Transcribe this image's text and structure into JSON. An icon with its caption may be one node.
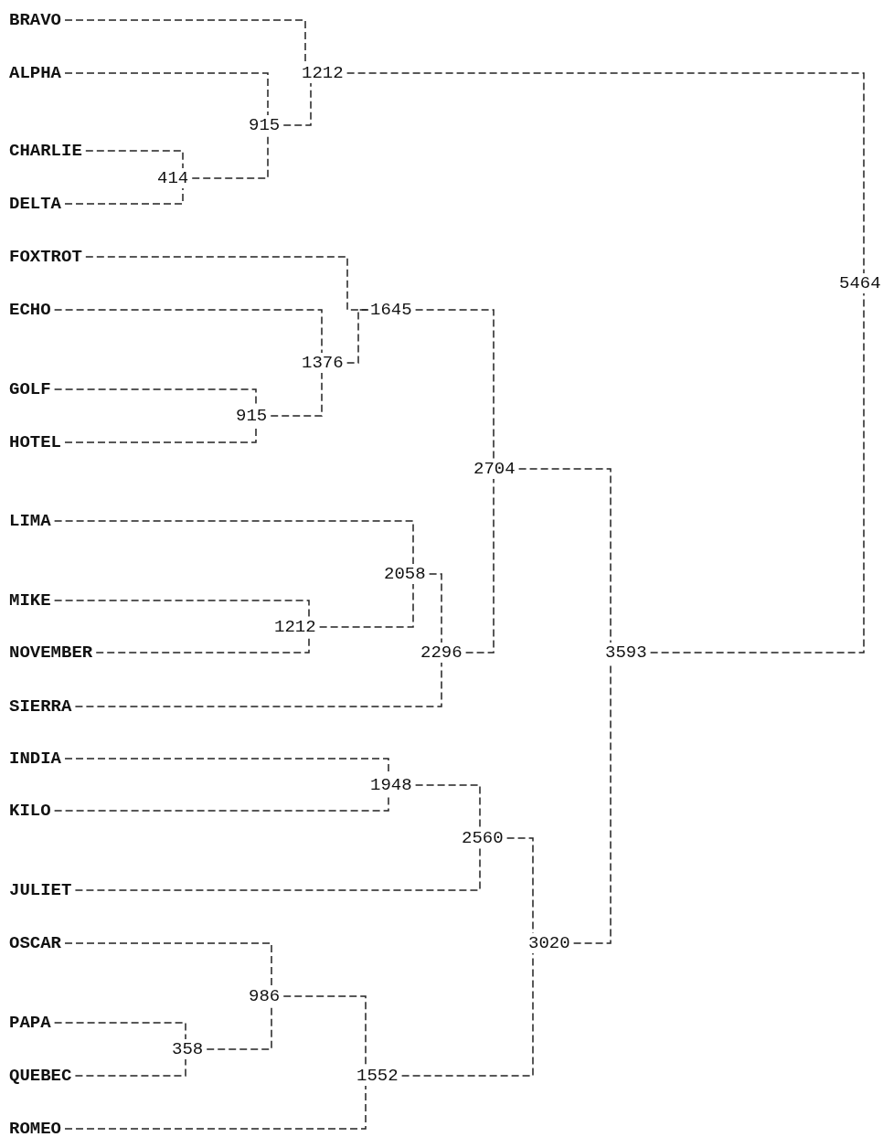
{
  "diagram": {
    "nodes": [
      {
        "text": [
          "BRAVO"
        ]
      },
      {
        "text": [
          "ALPHA"
        ]
      },
      {
        "text": [
          "1212"
        ]
      },
      {
        "text": [
          "915"
        ]
      },
      {
        "text": [
          "CHARLIE"
        ]
      },
      {
        "text": [
          "414"
        ]
      },
      {
        "text": [
          "DELTA"
        ]
      },
      {
        "text": [
          "FOXTROT"
        ]
      },
      {
        "text": [
          "5464"
        ]
      },
      {
        "text": [
          "ECHO"
        ]
      },
      {
        "text": [
          "1645"
        ]
      },
      {
        "text": [
          "1376"
        ]
      },
      {
        "text": [
          "GOLF"
        ]
      },
      {
        "text": [
          "915"
        ]
      },
      {
        "text": [
          "HOTEL"
        ]
      },
      {
        "text": [
          "2704"
        ]
      },
      {
        "text": [
          "LIMA"
        ]
      },
      {
        "text": [
          "2058"
        ]
      },
      {
        "text": [
          "MIKE"
        ]
      },
      {
        "text": [
          "1212"
        ]
      },
      {
        "text": [
          "NOVEMBER"
        ]
      },
      {
        "text": [
          "2296"
        ]
      },
      {
        "text": [
          "3593"
        ]
      },
      {
        "text": [
          "SIERRA"
        ]
      },
      {
        "text": [
          "INDIA"
        ]
      },
      {
        "text": [
          "1948"
        ]
      },
      {
        "text": [
          "KILO"
        ]
      },
      {
        "text": [
          "2560"
        ]
      },
      {
        "text": [
          "JULIET"
        ]
      },
      {
        "text": [
          "OSCAR"
        ]
      },
      {
        "text": [
          "3020"
        ]
      },
      {
        "text": [
          "986"
        ]
      },
      {
        "text": [
          "PAPA"
        ]
      },
      {
        "text": [
          "358"
        ]
      },
      {
        "text": [
          "QUEBEC"
        ]
      },
      {
        "text": [
          "1552"
        ]
      },
      {
        "text": [
          "ROMEO"
        ]
      }
    ],
    "edges": [
      {
        "from": 0,
        "to": 2,
        "arrow": "none"
      },
      {
        "from": 1,
        "to": 3,
        "arrow": "none"
      },
      {
        "from": 4,
        "to": 5,
        "arrow": "none"
      },
      {
        "from": 6,
        "to": 5,
        "arrow": "none"
      },
      {
        "from": 5,
        "to": 3,
        "arrow": "none"
      },
      {
        "from": 3,
        "to": 2,
        "arrow": "none"
      },
      {
        "from": 2,
        "to": 8,
        "arrow": "none"
      },
      {
        "from": 7,
        "to": 10,
        "arrow": "none"
      },
      {
        "from": 9,
        "to": 11,
        "arrow": "none"
      },
      {
        "from": 12,
        "to": 13,
        "arrow": "none"
      },
      {
        "from": 14,
        "to": 13,
        "arrow": "none"
      },
      {
        "from": 13,
        "to": 11,
        "arrow": "none"
      },
      {
        "from": 11,
        "to": 10,
        "arrow": "none"
      },
      {
        "from": 10,
        "to": 15,
        "arrow": "none"
      },
      {
        "from": 16,
        "to": 17,
        "arrow": "none"
      },
      {
        "from": 18,
        "to": 19,
        "arrow": "none"
      },
      {
        "from": 20,
        "to": 19,
        "arrow": "none"
      },
      {
        "from": 19,
        "to": 17,
        "arrow": "none"
      },
      {
        "from": 17,
        "to": 21,
        "arrow": "none"
      },
      {
        "from": 23,
        "to": 21,
        "arrow": "none"
      },
      {
        "from": 21,
        "to": 15,
        "arrow": "none"
      },
      {
        "from": 15,
        "to": 22,
        "arrow": "none"
      },
      {
        "from": 22,
        "to": 8,
        "arrow": "none"
      },
      {
        "from": 24,
        "to": 25,
        "arrow": "none"
      },
      {
        "from": 26,
        "to": 25,
        "arrow": "none"
      },
      {
        "from": 25,
        "to": 27,
        "arrow": "none"
      },
      {
        "from": 28,
        "to": 27,
        "arrow": "none"
      },
      {
        "from": 27,
        "to": 30,
        "arrow": "none"
      },
      {
        "from": 29,
        "to": 31,
        "arrow": "none"
      },
      {
        "from": 32,
        "to": 33,
        "arrow": "none"
      },
      {
        "from": 34,
        "to": 33,
        "arrow": "none"
      },
      {
        "from": 33,
        "to": 31,
        "arrow": "none"
      },
      {
        "from": 31,
        "to": 35,
        "arrow": "none"
      },
      {
        "from": 36,
        "to": 35,
        "arrow": "none"
      },
      {
        "from": 35,
        "to": 30,
        "arrow": "none"
      },
      {
        "from": 30,
        "to": 22,
        "arrow": "none"
      }
    ]
  }
}
